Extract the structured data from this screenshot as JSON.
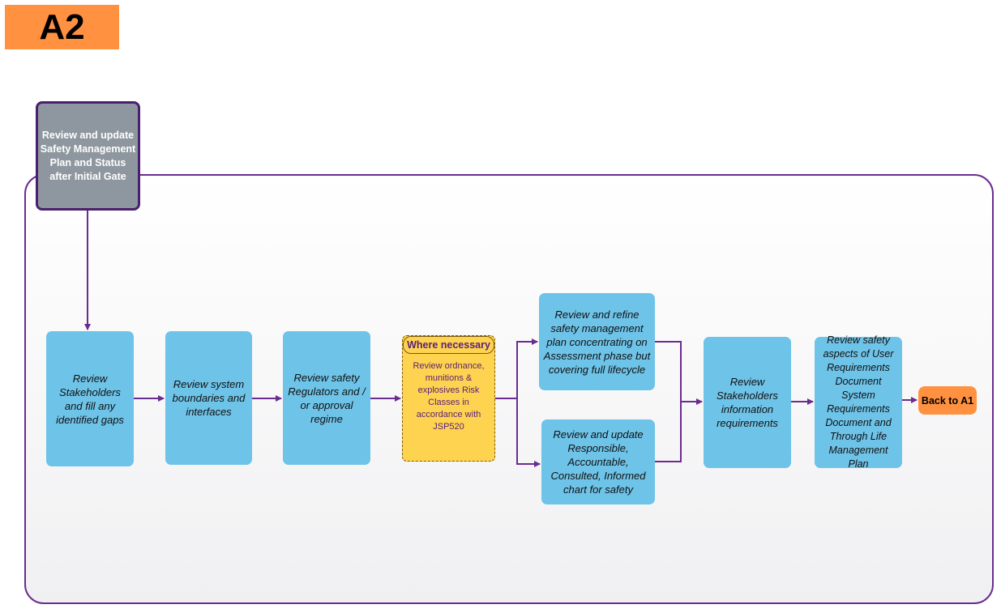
{
  "badge": "A2",
  "start_box": "Review and update Safety Management Plan and Status after Initial Gate",
  "steps": {
    "stakeholders_gaps": "Review Stakeholders and fill any identified gaps",
    "system_boundaries": "Review system boundaries and interfaces",
    "regulators": "Review safety Regulators and / or approval regime",
    "where_necessary_title": "Where necessary",
    "where_necessary_body": "Review ordnance, munitions & explosives Risk Classes in accordance with JSP520",
    "refine_plan": "Review and refine safety management plan concentrating on Assessment phase but covering full lifecycle",
    "raci": "Review and update Responsible, Accountable, Consulted, Informed chart for safety",
    "info_requirements": "Review Stakeholders information requirements",
    "user_requirements": "Review safety aspects of User Requirements Document System Requirements Document and Through Life Management Plan"
  },
  "back_link": "Back to A1",
  "colors": {
    "badge": "#ff9140",
    "process_box": "#6ec3e8",
    "start_box": "#8e979f",
    "note": "#fdd34f",
    "connector": "#6a2c8f"
  }
}
